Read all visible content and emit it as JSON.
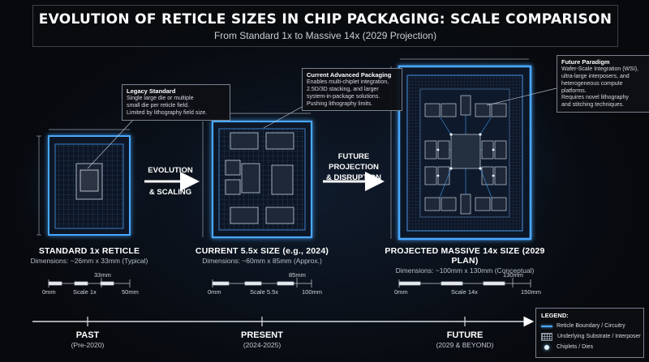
{
  "header": {
    "title": "EVOLUTION OF RETICLE SIZES IN CHIP PACKAGING: SCALE COMPARISON",
    "subtitle": "From Standard 1x to Massive 14x (2029 Projection)"
  },
  "callouts": {
    "legacy": {
      "title": "Legacy Standard",
      "lines": [
        "Single large die or multiple",
        "small die per reticle field.",
        "Limited by lithography field size."
      ]
    },
    "current": {
      "title": "Current Advanced Packaging",
      "lines": [
        "Enables multi-chiplet integration,",
        "2.5D/3D stacking, and larger",
        "system-in-package solutions.",
        "Pushing lithography limits."
      ]
    },
    "future": {
      "title": "Future Paradigm",
      "lines": [
        "Wafer-Scale Integration (WSI),",
        "ultra-large interposers, and",
        "heterogeneous compute platforms.",
        "Requires novel lithography",
        "and stitching techniques."
      ]
    }
  },
  "arrows": {
    "first": [
      "EVOLUTION",
      "& SCALING"
    ],
    "second": [
      "FUTURE",
      "PROJECTION",
      "& DISRUPTION"
    ]
  },
  "reticles": [
    {
      "title": "STANDARD 1x RETICLE",
      "dims": "Dimensions: ~26mm x 33mm (Typical)",
      "scale_label": "Scale 1x",
      "start": "0mm",
      "mark": "33mm",
      "end": "50mm"
    },
    {
      "title": "CURRENT 5.5x SIZE (e.g., 2024)",
      "dims": "Dimensions: ~60mm x 85mm (Approx.)",
      "scale_label": "Scale 5.5x",
      "start": "0mm",
      "mark": "85mm",
      "end": "100mm"
    },
    {
      "title": "PROJECTED MASSIVE 14x SIZE (2029 PLAN)",
      "dims": "Dimensions: ~100mm x 130mm (Conceptual)",
      "scale_label": "Scale 14x",
      "start": "0mm",
      "mark": "130mm",
      "end": "150mm"
    }
  ],
  "timeline": [
    {
      "label": "PAST",
      "sub": "(Pre-2020)"
    },
    {
      "label": "PRESENT",
      "sub": "(2024-2025)"
    },
    {
      "label": "FUTURE",
      "sub": "(2029 & BEYOND)"
    }
  ],
  "legend": {
    "title": "LEGEND:",
    "items": [
      "Reticle Boundary / Circuitry",
      "Underlying Substrate / Interposer",
      "Chiplets / Dies"
    ]
  },
  "colors": {
    "accent": "#4aa8ff",
    "background": "#07090d"
  }
}
